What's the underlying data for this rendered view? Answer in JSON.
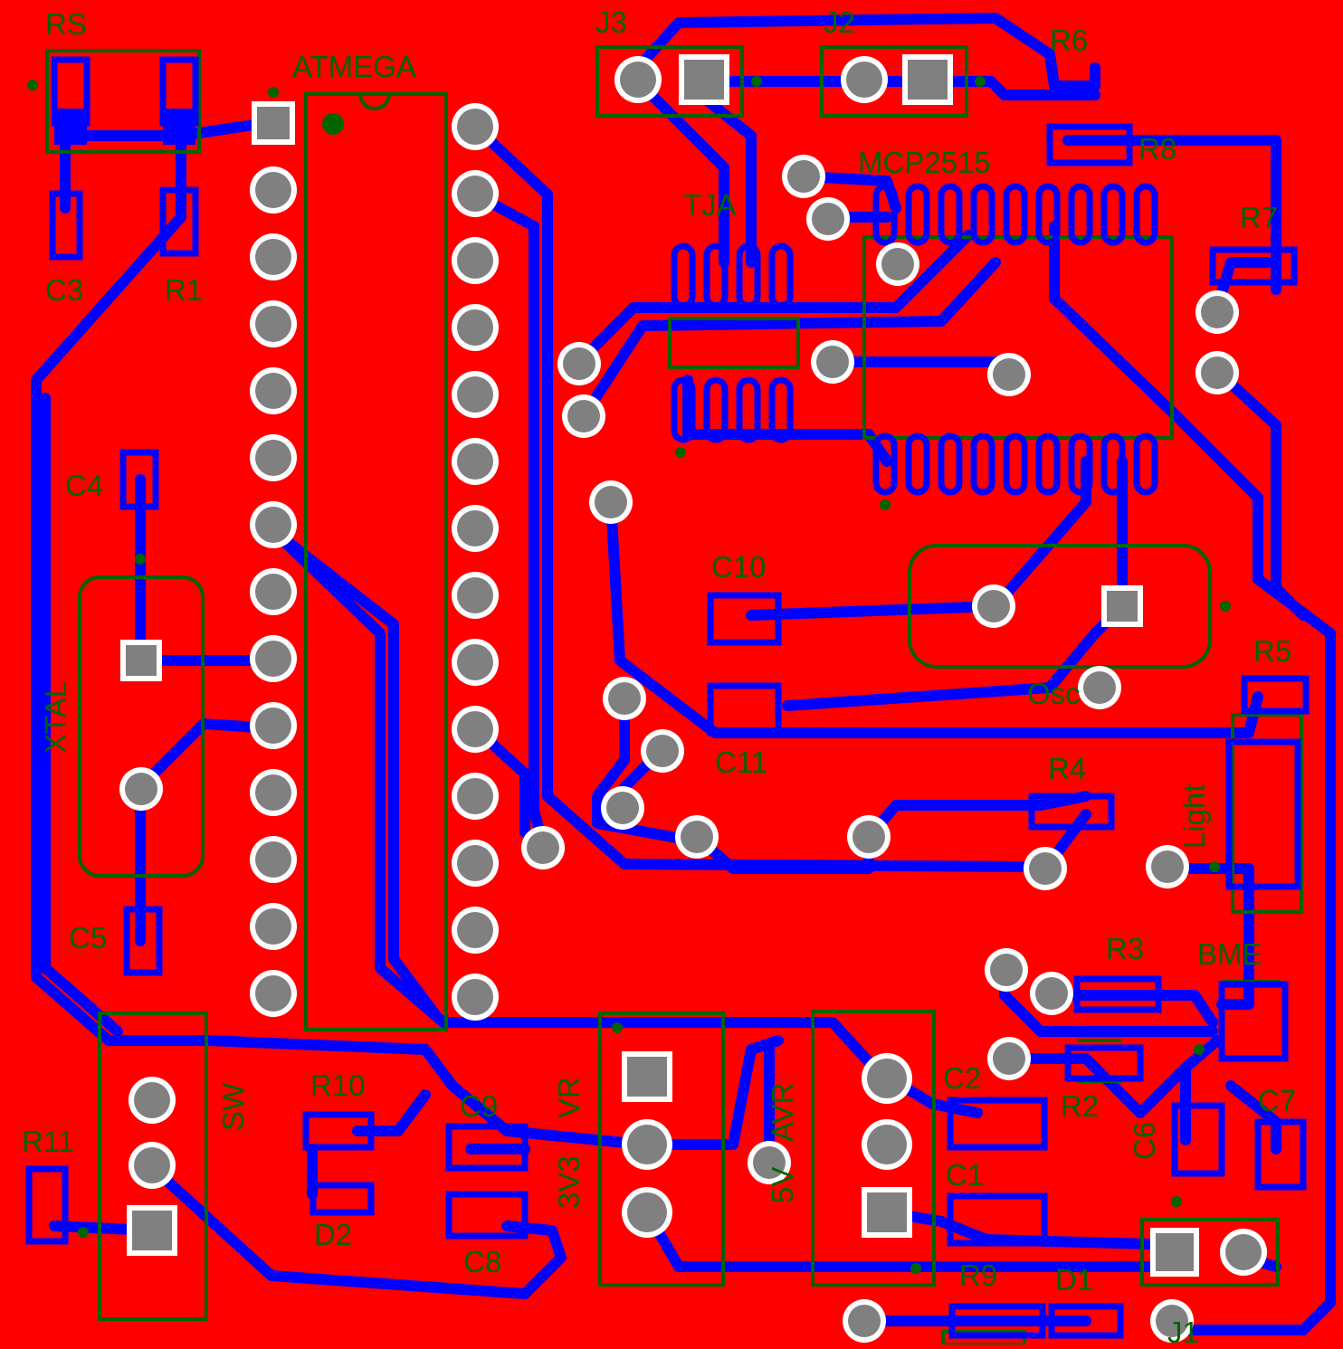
{
  "board": {
    "background": "#ff0000",
    "trace_color": "#0000ff",
    "silk_color": "#006400",
    "pad_color": "#ffffff",
    "drill_color": "#808080"
  },
  "labels": {
    "rs": "RS",
    "atmega": "ATMEGA",
    "j3": "J3",
    "j2": "J2",
    "r6": "R6",
    "r8": "R8",
    "mcp2515": "MCP2515",
    "tja": "TJA",
    "r7": "R7",
    "c3": "C3",
    "r1": "R1",
    "c4": "C4",
    "xtal": "XTAL",
    "c5": "C5",
    "c10": "C10",
    "c11": "C11",
    "osc": "Osc",
    "r5": "R5",
    "r4": "R4",
    "light": "Light",
    "r3": "R3",
    "bme": "BME",
    "c2": "C2",
    "r2": "R2",
    "c6": "C6",
    "c7": "C7",
    "c1": "C1",
    "r9": "R9",
    "d1": "D1",
    "j1": "J1",
    "sw": "SW",
    "r10": "R10",
    "c9": "C9",
    "vr": "VR",
    "v3v3": "3V3",
    "v5v": "5V",
    "avr": "AVR",
    "d2": "D2",
    "c8": "C8",
    "r11": "R11"
  }
}
